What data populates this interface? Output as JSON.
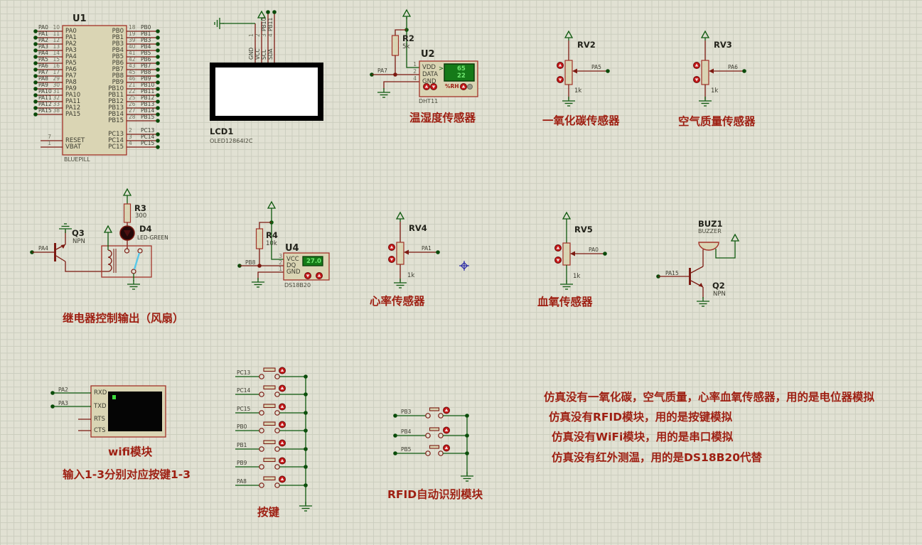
{
  "u1": {
    "ref": "U1",
    "model": "BLUEPILL",
    "left_pins": [
      {
        "name": "PA0",
        "num": "10"
      },
      {
        "name": "PA1",
        "num": "11"
      },
      {
        "name": "PA2",
        "num": "12"
      },
      {
        "name": "PA3",
        "num": "13"
      },
      {
        "name": "PA4",
        "num": "14"
      },
      {
        "name": "PA5",
        "num": "15"
      },
      {
        "name": "PA6",
        "num": "16"
      },
      {
        "name": "PA7",
        "num": "17"
      },
      {
        "name": "PA8",
        "num": "29"
      },
      {
        "name": "PA9",
        "num": "30"
      },
      {
        "name": "PA10",
        "num": "31"
      },
      {
        "name": "PA11",
        "num": "32"
      },
      {
        "name": "PA12",
        "num": "33"
      },
      {
        "name": "PA15",
        "num": "38"
      }
    ],
    "right_pins": [
      {
        "name": "PB0",
        "num": "18"
      },
      {
        "name": "PB1",
        "num": "19"
      },
      {
        "name": "PB3",
        "num": "39"
      },
      {
        "name": "PB4",
        "num": "40"
      },
      {
        "name": "PB5",
        "num": "41"
      },
      {
        "name": "PB6",
        "num": "42"
      },
      {
        "name": "PB7",
        "num": "43"
      },
      {
        "name": "PB8",
        "num": "45"
      },
      {
        "name": "PB9",
        "num": "46"
      },
      {
        "name": "PB10",
        "num": "21"
      },
      {
        "name": "PB11",
        "num": "22"
      },
      {
        "name": "PB12",
        "num": "25"
      },
      {
        "name": "PB13",
        "num": "26"
      },
      {
        "name": "PB14",
        "num": "27"
      },
      {
        "name": "PB15",
        "num": "28"
      }
    ],
    "ctrl_pins": [
      {
        "name": "RESET",
        "num": "7"
      },
      {
        "name": "VBAT",
        "num": "1"
      }
    ],
    "pc_pins": [
      {
        "name": "PC13",
        "num": "2"
      },
      {
        "name": "PC14",
        "num": "3"
      },
      {
        "name": "PC15",
        "num": "4"
      }
    ]
  },
  "lcd": {
    "ref": "LCD1",
    "model": "OLED12864I2C",
    "pin_names": [
      "GND",
      "VCC",
      "SCL",
      "SDA"
    ],
    "pin_nums": [
      "1",
      "2",
      "3",
      "4"
    ],
    "net_labels": [
      "PB10",
      "PB11"
    ]
  },
  "dht": {
    "ref": "U2",
    "model": "DHT11",
    "pins": [
      {
        "name": "VDD",
        "num": "1"
      },
      {
        "name": "DATA",
        "num": "2"
      },
      {
        "name": "GND",
        "num": "4"
      }
    ],
    "display_top": "65",
    "display_bottom": "22",
    "unit_label": "%RH",
    "arrow": ">",
    "net": "PA7",
    "res_ref": "R2",
    "res_value": "5k",
    "caption": "温湿度传感器"
  },
  "pots": [
    {
      "ref": "RV2",
      "value": "1k",
      "net": "PA5",
      "caption": "一氧化碳传感器"
    },
    {
      "ref": "RV3",
      "value": "1k",
      "net": "PA6",
      "caption": "空气质量传感器"
    },
    {
      "ref": "RV4",
      "value": "1k",
      "net": "PA1",
      "caption": "心率传感器"
    },
    {
      "ref": "RV5",
      "value": "1k",
      "net": "PA0",
      "caption": "血氧传感器"
    }
  ],
  "relay": {
    "net": "PA4",
    "q_ref": "Q3",
    "q_type": "NPN",
    "res_ref": "R3",
    "res_value": "300",
    "led_ref": "D4",
    "led_model": "LED-GREEN",
    "caption": "继电器控制输出（风扇）"
  },
  "ds18b20": {
    "ref": "U4",
    "model": "DS18B20",
    "pins": [
      {
        "name": "VCC",
        "num": "3"
      },
      {
        "name": "DQ",
        "num": "2"
      },
      {
        "name": "GND",
        "num": "1"
      }
    ],
    "display": "27.0",
    "net": "PB8",
    "res_ref": "R4",
    "res_value": "10k"
  },
  "buzzer": {
    "ref": "BUZ1",
    "model": "BUZZER",
    "q_ref": "Q2",
    "q_type": "NPN",
    "net": "PA15"
  },
  "wifi": {
    "pins": [
      "RXD",
      "TXD",
      "RTS",
      "CTS"
    ],
    "nets": [
      "PA2",
      "PA3"
    ],
    "caption": "wifi模块",
    "note": "输入1-3分别对应按键1-3"
  },
  "keys": {
    "nets": [
      "PC13",
      "PC14",
      "PC15",
      "PB0",
      "PB1",
      "PB9",
      "PA8"
    ],
    "caption": "按键"
  },
  "rfid": {
    "nets": [
      "PB3",
      "PB4",
      "PB5"
    ],
    "caption": "RFID自动识别模块"
  },
  "annotations": [
    "仿真没有一氧化碳，空气质量，心率血氧传感器，用的是电位器模拟",
    "仿真没有RFID模块，用的是按键模拟",
    "仿真没有WiFi模块，用的是串口模拟",
    "仿真没有红外测温，用的是DS18B20代替"
  ]
}
